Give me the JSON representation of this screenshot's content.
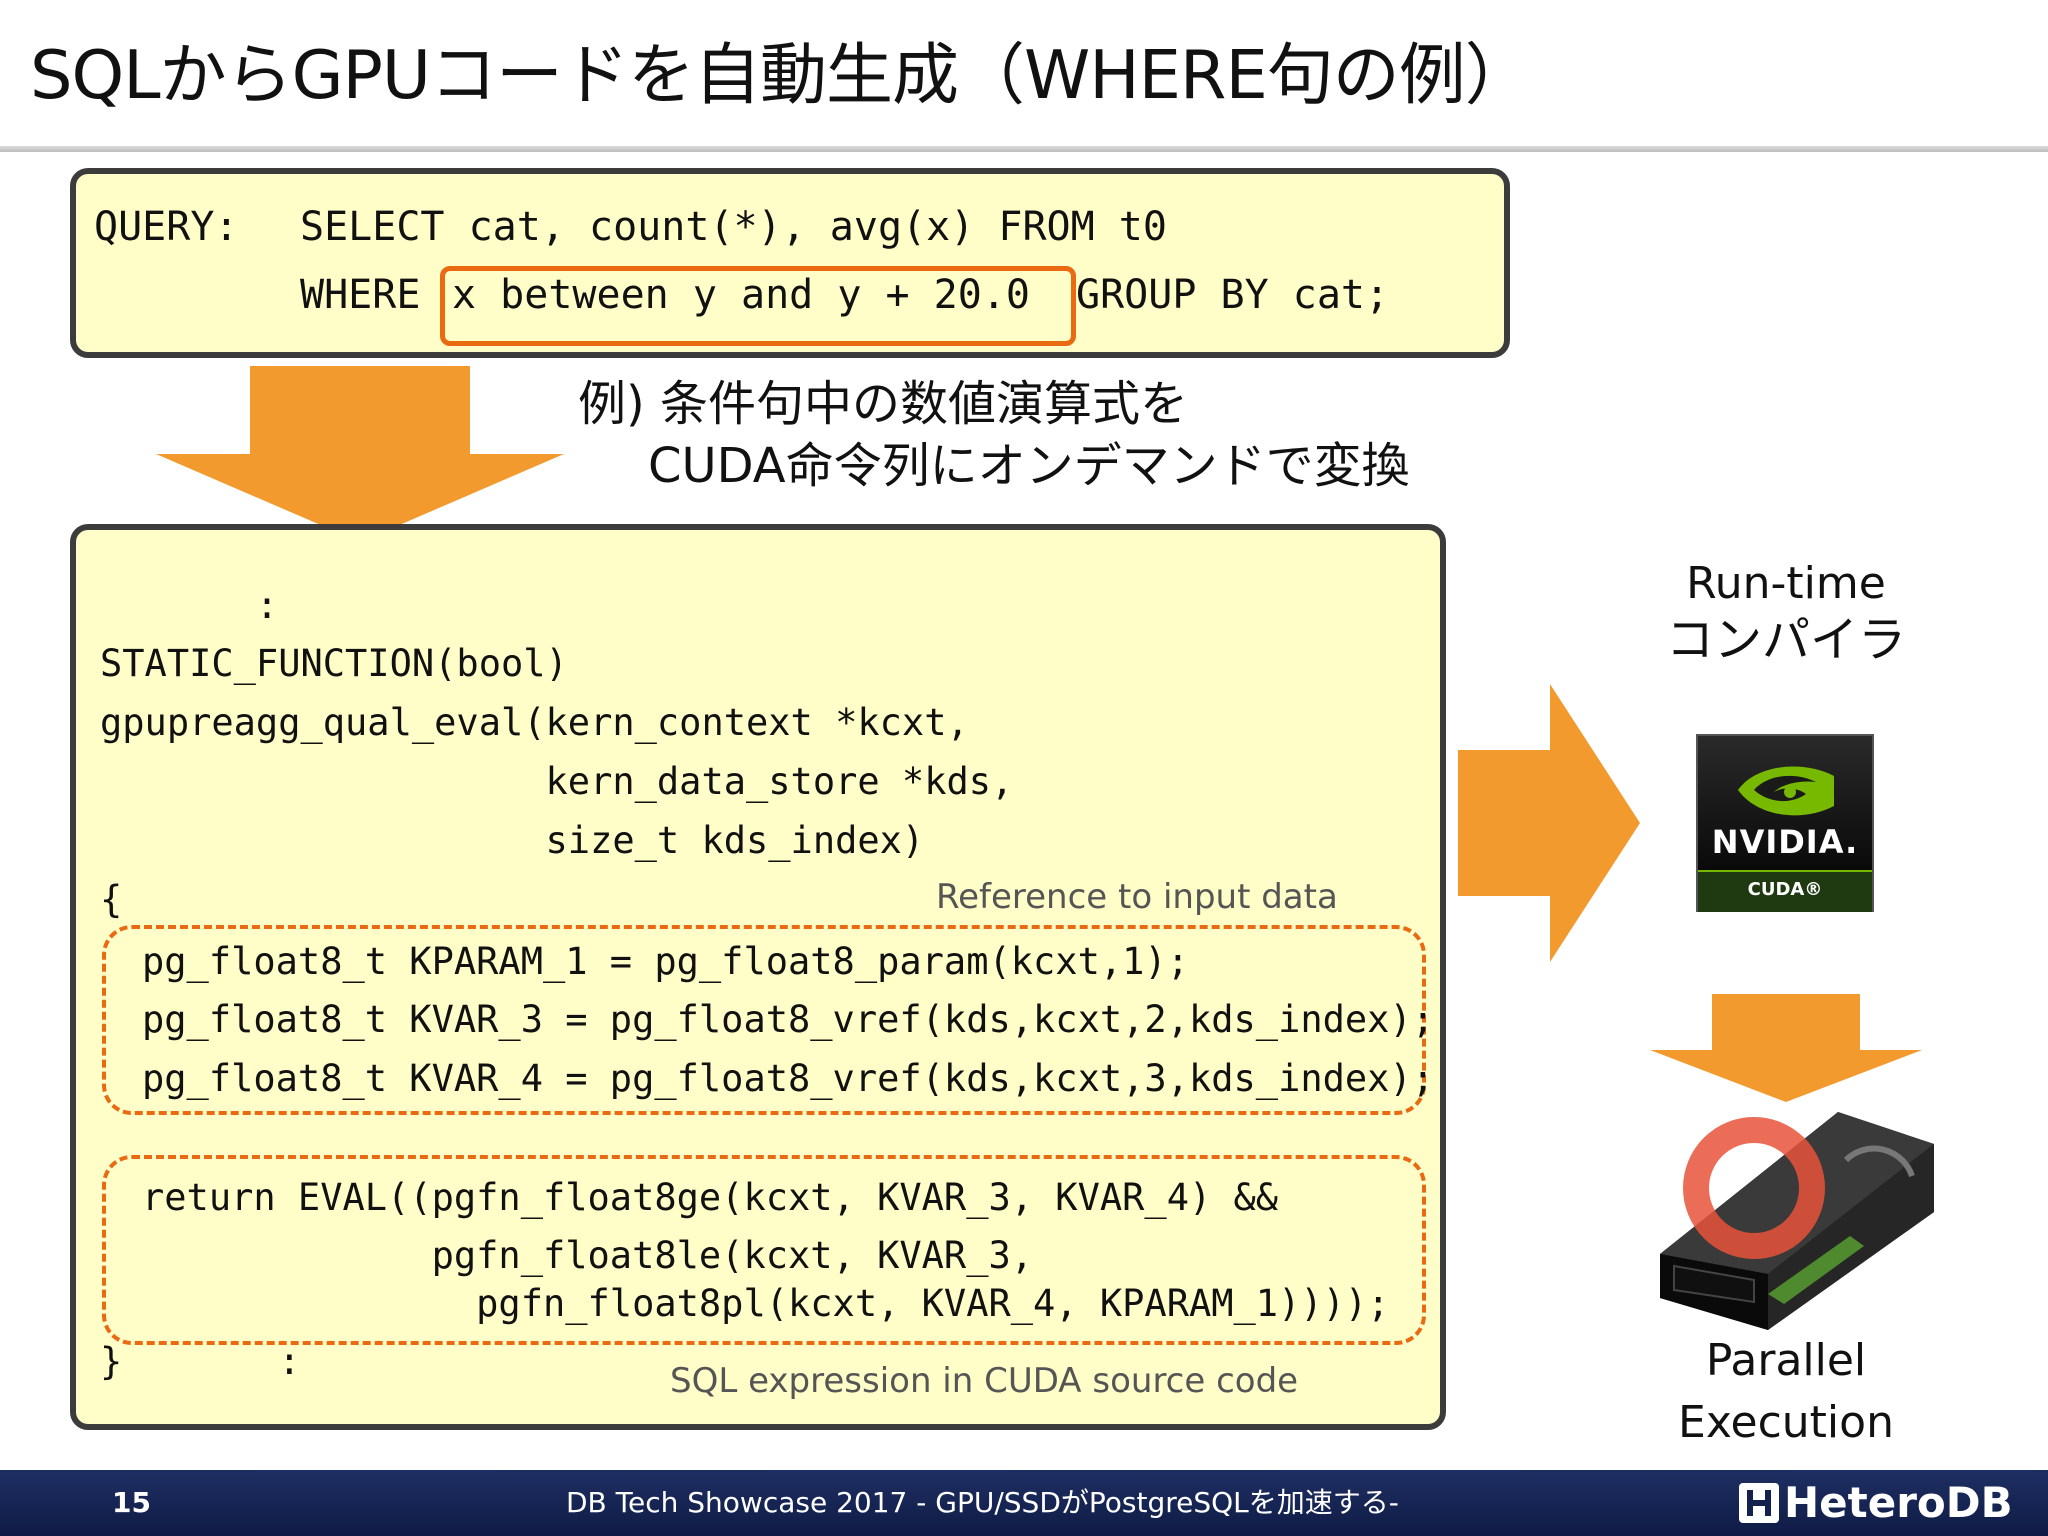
{
  "slide": {
    "title": "SQLからGPUコードを自動生成（WHERE句の例）",
    "query": {
      "label": "QUERY:",
      "line1": "SELECT cat, count(*), avg(x) FROM t0",
      "where_kw": "WHERE",
      "where_expr": "x between y and y + 20.0",
      "tail": "GROUP BY cat;"
    },
    "caption_line1": "例) 条件句中の数値演算式を",
    "caption_line2": "CUDA命令列にオンデマンドで変換",
    "code": {
      "lines": [
        "       :",
        "STATIC_FUNCTION(bool)",
        "gpupreagg_qual_eval(kern_context *kcxt,",
        "                    kern_data_store *kds,",
        "                    size_t kds_index)",
        "{"
      ],
      "ref_lines": [
        "pg_float8_t KPARAM_1 = pg_float8_param(kcxt,1);",
        "pg_float8_t KVAR_3 = pg_float8_vref(kds,kcxt,2,kds_index);",
        "pg_float8_t KVAR_4 = pg_float8_vref(kds,kcxt,3,kds_index);"
      ],
      "expr_lines": [
        "return EVAL((pgfn_float8ge(kcxt, KVAR_3, KVAR_4) &&",
        "             pgfn_float8le(kcxt, KVAR_3,",
        "               pgfn_float8pl(kcxt, KVAR_4, KPARAM_1))));"
      ],
      "closing": "}       :"
    },
    "notes": {
      "reference": "Reference to input data",
      "expression": "SQL expression in CUDA source code"
    },
    "side": {
      "compiler_line1": "Run-time",
      "compiler_line2": "コンパイラ",
      "nvidia_brand": "NVIDIA.",
      "cuda_label": "CUDA®",
      "exec_line1": "Parallel",
      "exec_line2": "Execution"
    },
    "footer": {
      "page": "15",
      "center": "DB Tech Showcase 2017 - GPU/SSDがPostgreSQLを加速する-",
      "logo": "HeteroDB"
    },
    "colors": {
      "accent_orange": "#F39A2E",
      "highlight_orange": "#EA6A12",
      "panel_fill": "#FFFDC8",
      "nvidia_green": "#76B900",
      "footer_bg": "#14214F"
    }
  }
}
